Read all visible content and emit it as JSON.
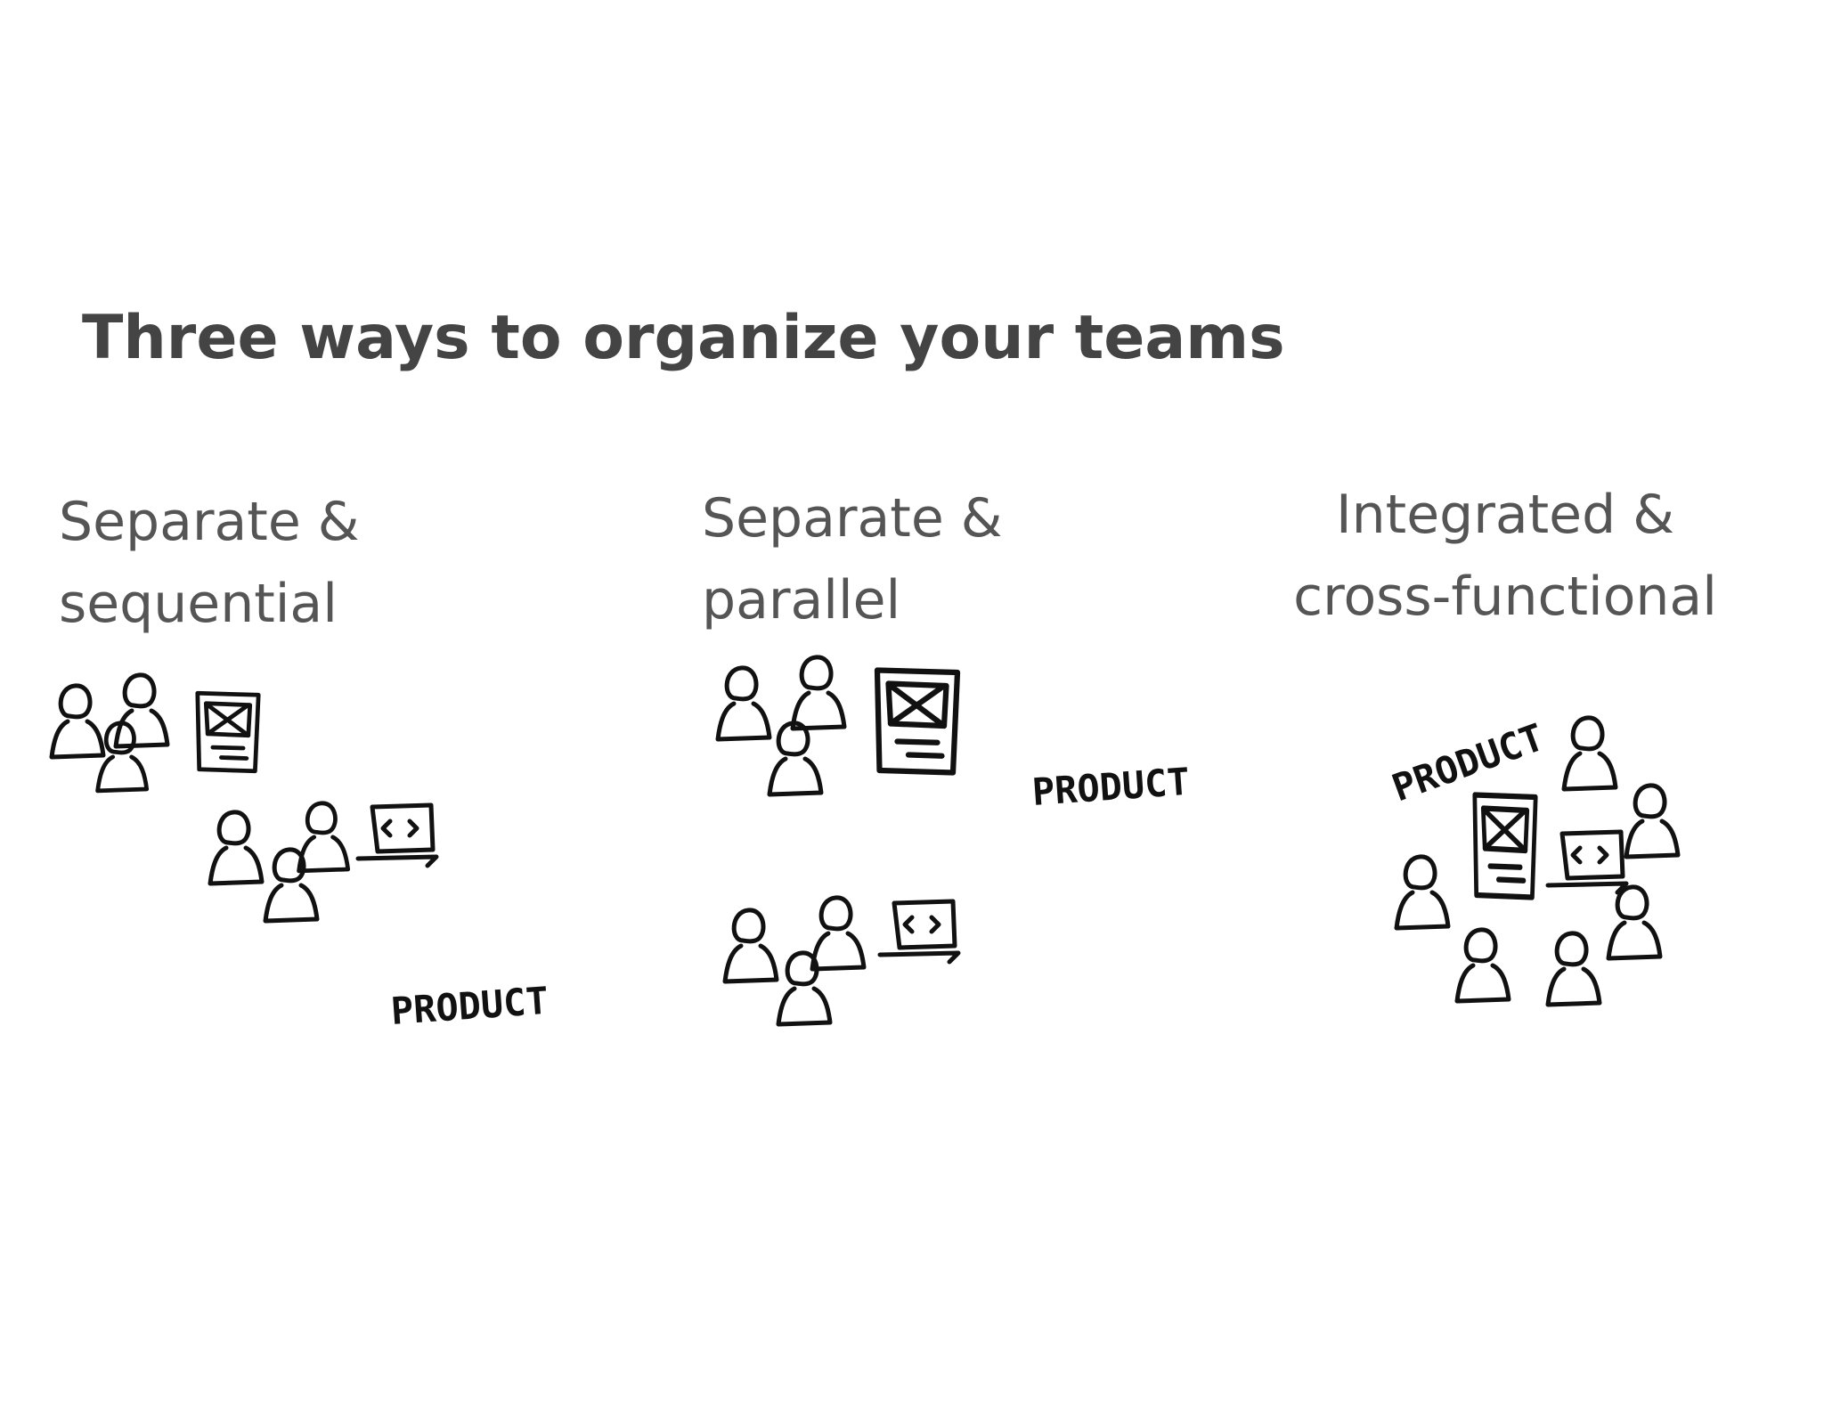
{
  "title": "Three ways to organize your teams",
  "columns": [
    {
      "label_line1": "Separate &",
      "label_line2": "sequential",
      "product_label": "PRODUCT",
      "icons": [
        "people-group-icon",
        "wireframe-document-icon",
        "people-group-icon",
        "code-laptop-icon"
      ]
    },
    {
      "label_line1": "Separate &",
      "label_line2": "parallel",
      "product_label": "PRODUCT",
      "icons": [
        "people-group-icon",
        "wireframe-document-icon",
        "people-group-icon",
        "code-laptop-icon"
      ]
    },
    {
      "label_line1": "Integrated &",
      "label_line2": "cross-functional",
      "product_label": "PRODUCT",
      "icons": [
        "person-icon",
        "wireframe-document-icon",
        "code-laptop-icon"
      ]
    }
  ],
  "colors": {
    "title": "#444444",
    "labels": "#555555",
    "sketch": "#111111",
    "background": "#ffffff"
  }
}
